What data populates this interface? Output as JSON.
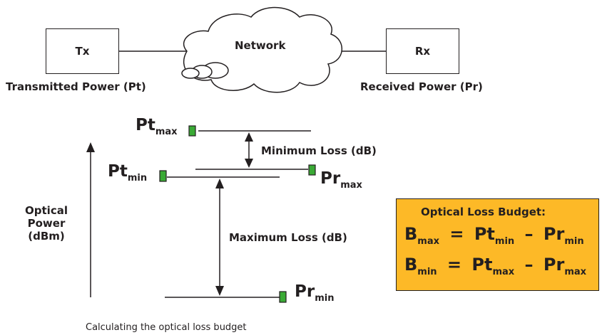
{
  "diagram": {
    "tx_label": "Tx",
    "rx_label": "Rx",
    "network_label": "Network",
    "transmitted_power": "Transmitted Power (Pt)",
    "received_power": "Received Power (Pr)",
    "pt": "Pt",
    "pr": "Pr",
    "sub_max": "max",
    "sub_min": "min",
    "minimum_loss": "Minimum Loss (dB)",
    "maximum_loss": "Maximum Loss (dB)",
    "axis_label_line1": "Optical",
    "axis_label_line2": "Power",
    "axis_label_line3": "(dBm)",
    "caption": "Calculating the optical loss budget"
  },
  "budget": {
    "title": "Optical Loss Budget:",
    "b": "B",
    "equals": "=",
    "minus": "–",
    "pt": "Pt",
    "pr": "Pr",
    "sub_max": "max",
    "sub_min": "min"
  },
  "colors": {
    "marker": "#3aaa35",
    "budget_background": "#fdb927",
    "line": "#231f20"
  }
}
